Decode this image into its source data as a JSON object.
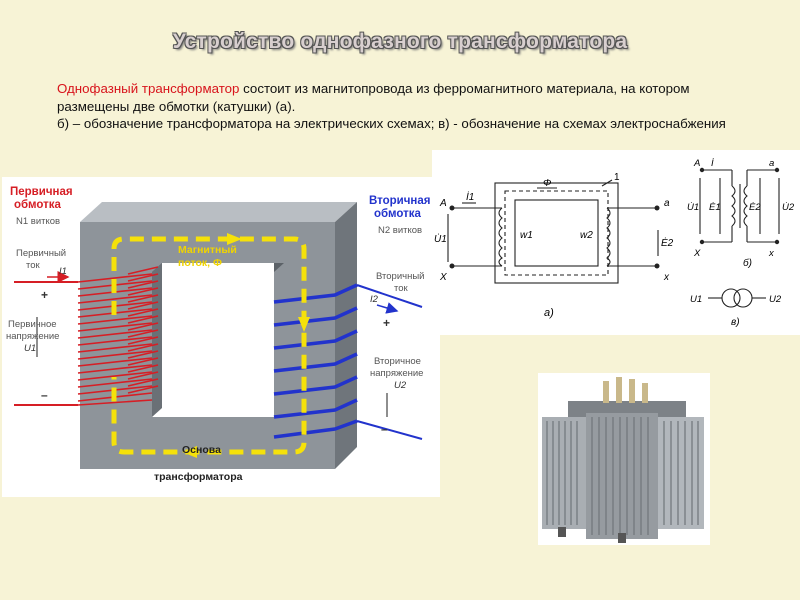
{
  "slide": {
    "title": "Устройство однофазного трансформатора",
    "intro_highlight": "Однофазный трансформатор",
    "intro_rest": " состоит из магнитопровода из ферромагнитного материала, на котором размещены две обмотки (катушки) (а).",
    "intro_line2": "б) – обозначение трансформатора на электрических схемах; в) - обозначение на схемах электроснабжения"
  },
  "diagram_left": {
    "primary_winding_1": "Первичная",
    "primary_winding_2": "обмотка",
    "primary_turns": "N1 витков",
    "primary_current_1": "Первичный",
    "primary_current_2": "ток",
    "primary_current_symbol": "I1",
    "primary_voltage_1": "Первичное",
    "primary_voltage_2": "напряжение",
    "primary_voltage_symbol": "U1",
    "flux_1": "Магнитный",
    "flux_2": "поток, Ф",
    "secondary_winding_1": "Вторичная",
    "secondary_winding_2": "обмотка",
    "secondary_turns": "N2 витков",
    "secondary_current_1": "Вторичный",
    "secondary_current_2": "ток",
    "secondary_current_symbol": "I2",
    "secondary_voltage_1": "Вторичное",
    "secondary_voltage_2": "напряжение",
    "secondary_voltage_symbol": "U2",
    "core_1": "Основа",
    "core_2": "трансформатора",
    "plus": "+",
    "minus": "–",
    "colors": {
      "primary": "#d61e25",
      "secondary": "#2233cc",
      "flux": "#f5e10a",
      "core": "#8e949a"
    }
  },
  "diagram_a": {
    "A": "A",
    "X": "X",
    "a": "a",
    "x": "x",
    "U1": "U̇1",
    "I1": "İ1",
    "w1": "w1",
    "w2": "w2",
    "E2": "Ė2",
    "phi": "Φ",
    "one": "1",
    "caption": "а)"
  },
  "diagram_b": {
    "A": "A",
    "X": "X",
    "a": "a",
    "x": "x",
    "I": "İ",
    "U1": "U̇1",
    "E1": "Ė1",
    "E2": "Ė2",
    "U2": "U̇2",
    "caption": "б)"
  },
  "diagram_c": {
    "U1": "U1",
    "U2": "U2",
    "caption": "в)"
  },
  "photo": {
    "subject": "transformer-photo"
  }
}
